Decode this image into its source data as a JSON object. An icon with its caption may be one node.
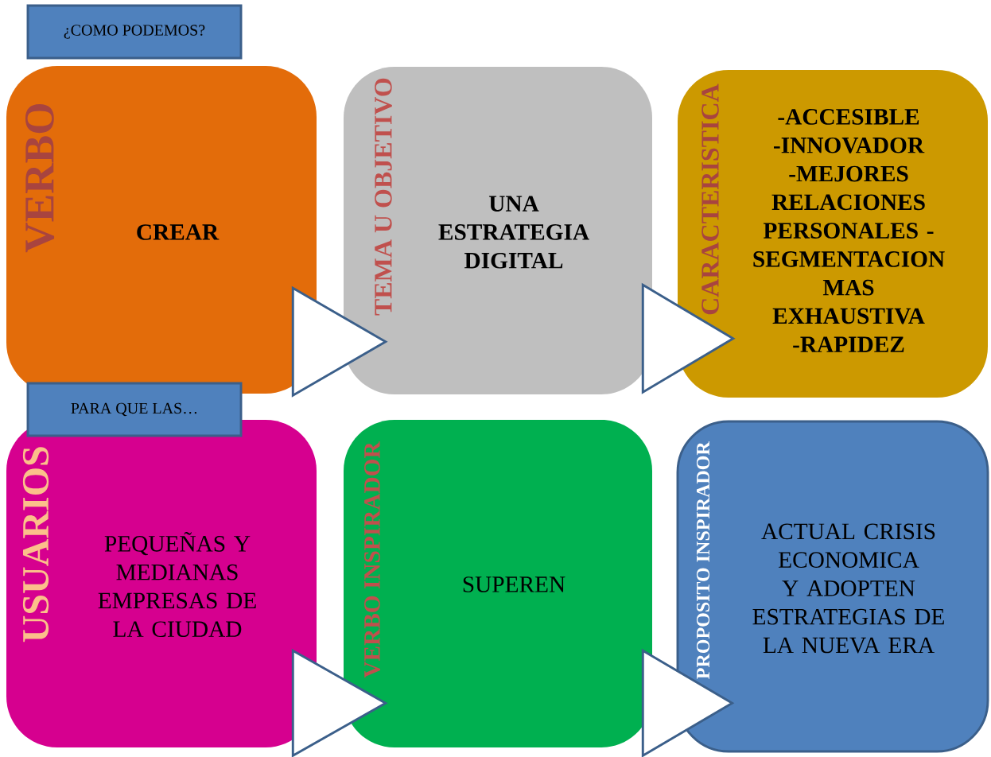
{
  "diagram": {
    "nodes": [
      {
        "text": [
          "¿COMO PODEMOS?"
        ]
      },
      {
        "text": [
          "VERBO",
          "CREAR"
        ]
      },
      {
        "text": [
          "TEMA U OBJETIVO",
          "UNA ESTRATEGIA DIGITAL"
        ]
      },
      {
        "text": [
          "CARACTERISTICA",
          "-ACCESIBLE -INNOVADOR -MEJORES RELACIONES PERSONALES -SEGMENTACION MAS EXHAUSTIVA -RAPIDEZ"
        ]
      },
      {
        "text": [
          "PARA QUE LAS…"
        ]
      },
      {
        "text": [
          "USUARIOS",
          "PEQUEÑAS Y MEDIANAS EMPRESAS DE LA CIUDAD"
        ]
      },
      {
        "text": [
          "VERBO INSPIRADOR",
          "SUPEREN"
        ]
      },
      {
        "text": [
          "PROPOSITO INSPIRADOR",
          "ACTUAL CRISIS ECONOMICA Y ADOPTEN ESTRATEGIAS DE LA NUEVA ERA"
        ]
      }
    ],
    "edges": [
      {
        "from": 1,
        "to": 2,
        "arrow": "to"
      },
      {
        "from": 2,
        "to": 3,
        "arrow": "to"
      },
      {
        "from": 5,
        "to": 6,
        "arrow": "to"
      },
      {
        "from": 6,
        "to": 7,
        "arrow": "to"
      }
    ]
  }
}
